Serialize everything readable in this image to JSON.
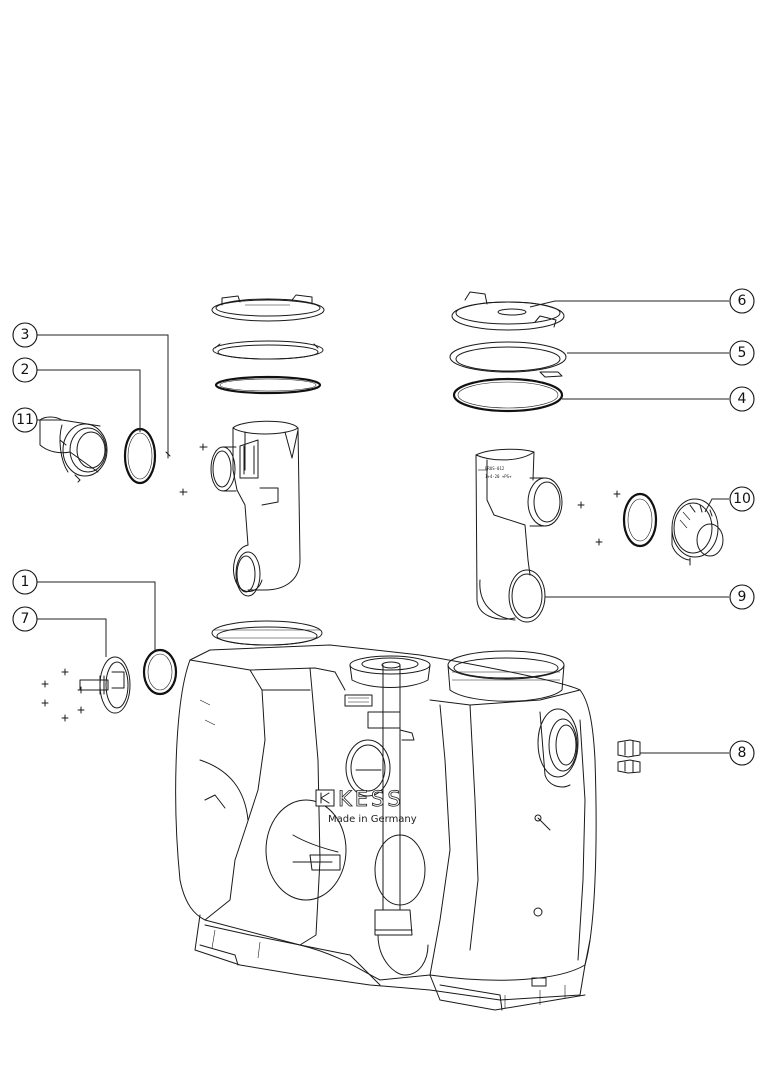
{
  "diagram": {
    "brand_logo_text": "KESS",
    "tank_label": "Made in Germany",
    "part_label_1": "BRUS-012",
    "part_label_2": "1+4-20 +PS+",
    "callouts": [
      "1",
      "2",
      "3",
      "4",
      "5",
      "6",
      "7",
      "8",
      "9",
      "10",
      "11"
    ]
  },
  "colors": {
    "line": "#1a1a1a",
    "background": "#ffffff"
  }
}
